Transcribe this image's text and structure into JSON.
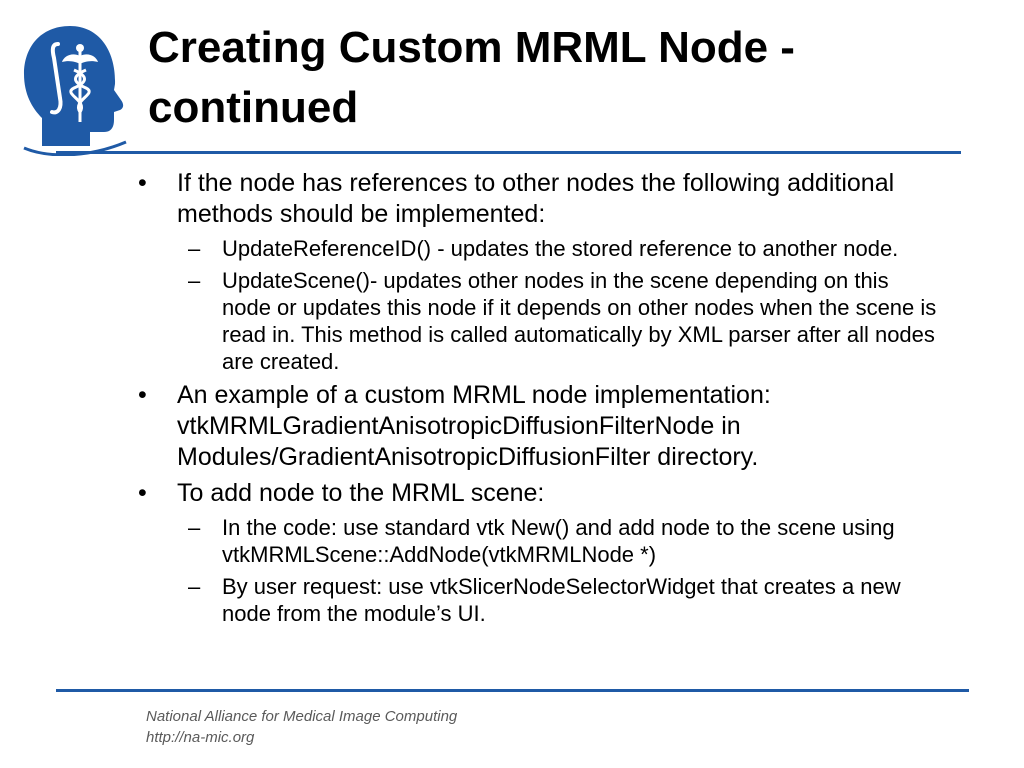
{
  "slide": {
    "title": "Creating Custom MRML Node - continued",
    "bullets": [
      {
        "mark": "•",
        "text": "If the node has references to other nodes the following additional methods should be implemented:",
        "subs": [
          {
            "mark": "–",
            "text": "UpdateReferenceID() - updates the stored reference to another node."
          },
          {
            "mark": "–",
            "text": "UpdateScene()- updates other nodes in the scene depending on this node or updates this node if it depends on other nodes when the scene is read in. This method is called automatically by XML parser after all nodes are created."
          }
        ]
      },
      {
        "mark": "•",
        "text": "An example of a custom MRML node implementation: vtkMRMLGradientAnisotropicDiffusionFilterNode in Modules/GradientAnisotropicDiffusionFilter directory.",
        "subs": []
      },
      {
        "mark": "•",
        "text": "To add node to the MRML scene:",
        "subs": [
          {
            "mark": "–",
            "text": "In the code: use standard vtk New() and add node to the scene using vtkMRMLScene::AddNode(vtkMRMLNode *)"
          },
          {
            "mark": "–",
            "text": "By user request: use vtkSlicerNodeSelectorWidget that creates a new node from the module’s UI."
          }
        ]
      }
    ],
    "footer": {
      "org": "National Alliance for Medical Image Computing",
      "url": "http://na-mic.org"
    }
  },
  "colors": {
    "accent": "#1f5aa6",
    "logo_blue": "#1f5aa6",
    "footer_text": "#5a5a5a"
  },
  "icons": {
    "logo": "slicer-head-logo"
  }
}
